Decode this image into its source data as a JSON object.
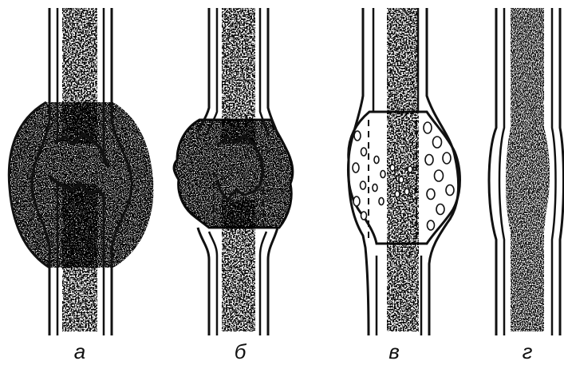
{
  "figure": {
    "panels": [
      {
        "id": "a",
        "label": "а"
      },
      {
        "id": "b",
        "label": "б"
      },
      {
        "id": "v",
        "label": "в"
      },
      {
        "id": "g",
        "label": "г"
      }
    ],
    "colors": {
      "ink": "#111111",
      "paper": "#ffffff"
    }
  }
}
